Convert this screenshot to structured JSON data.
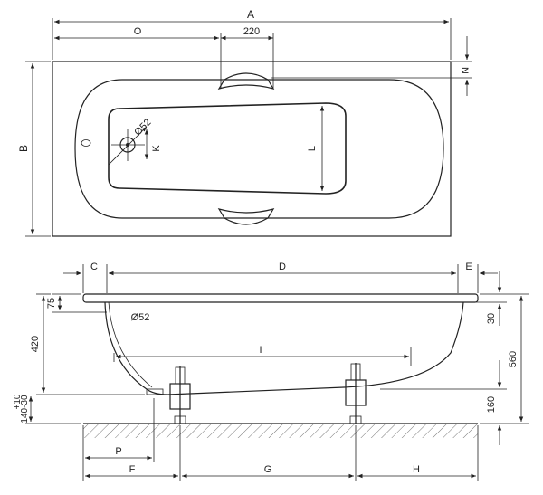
{
  "labels": {
    "A": "A",
    "O": "O",
    "dim_220": "220",
    "N": "N",
    "B": "B",
    "dia52_top": "Ø52",
    "K": "K",
    "L": "L",
    "C": "C",
    "D": "D",
    "E": "E",
    "dim_75": "75",
    "dia52_side": "Ø52",
    "dim_420": "420",
    "I": "I",
    "dim_30": "30",
    "dim_560": "560",
    "dim_160": "160",
    "dim_p10": "+10",
    "dim_140_30": "140-30",
    "P": "P",
    "F": "F",
    "G": "G",
    "H": "H"
  }
}
